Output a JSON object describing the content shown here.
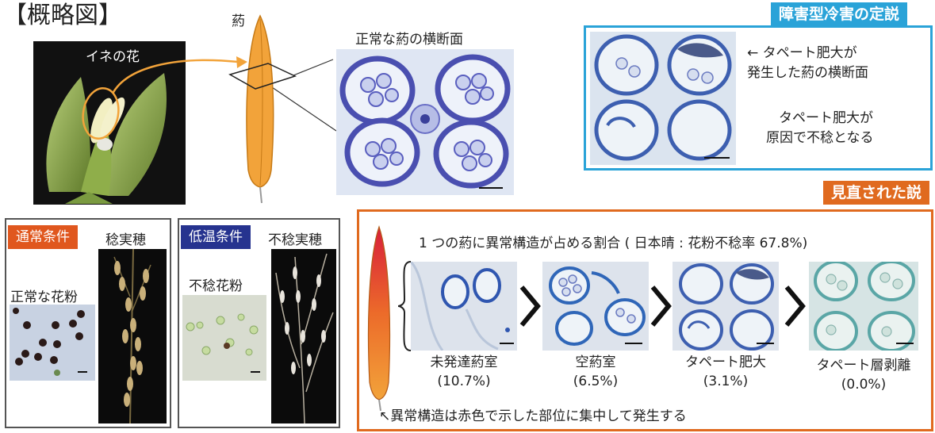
{
  "title": "【概略図】",
  "flower": {
    "label": "イネの花"
  },
  "anther": {
    "label": "葯"
  },
  "cross_section": {
    "label": "正常な葯の横断面"
  },
  "standard_theory": {
    "tag": "障害型冷害の定説",
    "note1_line1": "← タペート肥大が",
    "note1_line2": "発生した葯の横断面",
    "note2_line1": "タペート肥大が",
    "note2_line2": "原因で不稔となる"
  },
  "normal_condition": {
    "tag": "通常条件",
    "ear_label": "稔実穂",
    "pollen_label": "正常な花粉"
  },
  "low_temp_condition": {
    "tag": "低温条件",
    "ear_label": "不稔実穂",
    "pollen_label": "不稔花粉"
  },
  "revised_theory": {
    "tag": "見直された説",
    "header": "1 つの葯に異常構造が占める割合 ( 日本晴 : 花粉不稔率 67.8%)",
    "footer": "↖異常構造は赤色で示した部位に集中して発生する",
    "stages": [
      {
        "name": "未発達葯室",
        "pct": "(10.7%)"
      },
      {
        "name": "空葯室",
        "pct": "(6.5%)"
      },
      {
        "name": "タペート肥大",
        "pct": "(3.1%)"
      },
      {
        "name": "タペート層剥離",
        "pct": "(0.0%)"
      }
    ]
  },
  "colors": {
    "standard_accent": "#2aa3d8",
    "revised_accent": "#e06a1f",
    "normal_tag": "#e0571e",
    "low_temp_tag": "#26338f",
    "anther_orange": "#f2a33a"
  }
}
